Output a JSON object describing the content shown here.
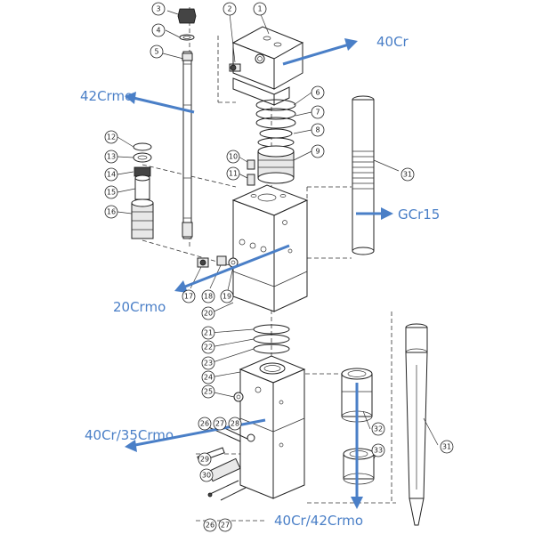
{
  "materials": {
    "m1": "40Cr",
    "m2": "42Crmo",
    "m3": "GCr15",
    "m4": "20Crmo",
    "m5": "40Cr/35Crmo",
    "m6": "40Cr/42Crmo"
  },
  "callouts": [
    "1",
    "2",
    "3",
    "4",
    "5",
    "6",
    "7",
    "8",
    "9",
    "10",
    "11",
    "12",
    "13",
    "14",
    "15",
    "16",
    "17",
    "18",
    "19",
    "20",
    "21",
    "22",
    "23",
    "24",
    "25",
    "26",
    "27",
    "28",
    "29",
    "30",
    "31",
    "32",
    "33",
    "31",
    "26",
    "27"
  ],
  "colors": {
    "arrow": "#4a7fc7",
    "ink": "#222222"
  }
}
